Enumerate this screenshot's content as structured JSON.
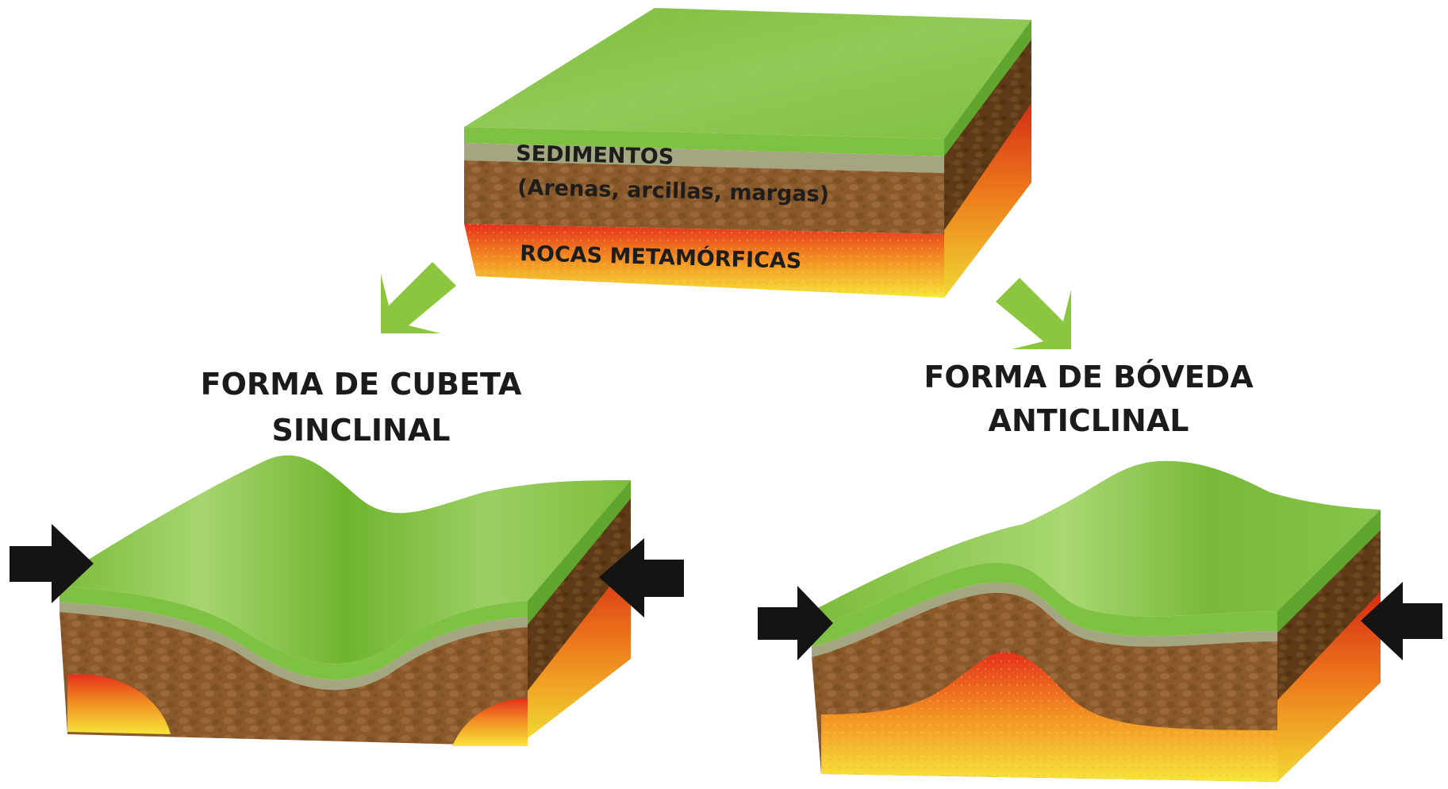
{
  "top_block": {
    "sediment_title": "SEDIMENTOS",
    "sediment_detail": "(Arenas, arcillas, margas)",
    "rock_label": "ROCAS METAMÓRFICAS"
  },
  "left_fold": {
    "title_line1": "FORMA DE CUBETA",
    "title_line2": "SINCLINAL"
  },
  "right_fold": {
    "title_line1": "FORMA DE BÓVEDA",
    "title_line2": "ANTICLINAL"
  },
  "colors": {
    "grass": "#8cc63f",
    "grass_edge": "#5aa02c",
    "olive": "#a3a680",
    "brown": "#8b5a2b",
    "brown_dark": "#5e3a18",
    "red": "#e8301c",
    "orange": "#f39a1f",
    "yellow": "#f5e23a",
    "arrow_green": "#8cc63f",
    "press_arrow": "#141414"
  }
}
